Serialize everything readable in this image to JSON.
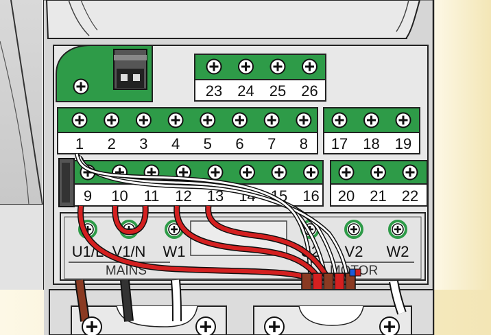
{
  "terminal_blocks": {
    "top_small": [
      "23",
      "24",
      "25",
      "26"
    ],
    "row_upper_main": [
      "1",
      "2",
      "3",
      "4",
      "5",
      "6",
      "7",
      "8"
    ],
    "row_upper_right": [
      "17",
      "18",
      "19"
    ],
    "row_lower_main": [
      "9",
      "10",
      "11",
      "12",
      "13",
      "14",
      "15",
      "16"
    ],
    "row_lower_right": [
      "20",
      "21",
      "22"
    ]
  },
  "power_terminals": {
    "mains": [
      "U1/L",
      "V1/N",
      "W1"
    ],
    "motor": [
      "U2",
      "V2",
      "W2"
    ],
    "mains_caption": "MAINS",
    "motor_caption": "MOTOR"
  },
  "colors": {
    "terminal_green": "#2e9b48",
    "panel_grey": "#e6e6e6",
    "housing_grey": "#d2d2d2",
    "wire_red": "#d42020",
    "wire_brown": "#8a3a22",
    "background_cream": "#fbf3d6"
  },
  "icons": [
    "screw-icon",
    "jumper-plug-icon",
    "ground-screw-icon"
  ]
}
